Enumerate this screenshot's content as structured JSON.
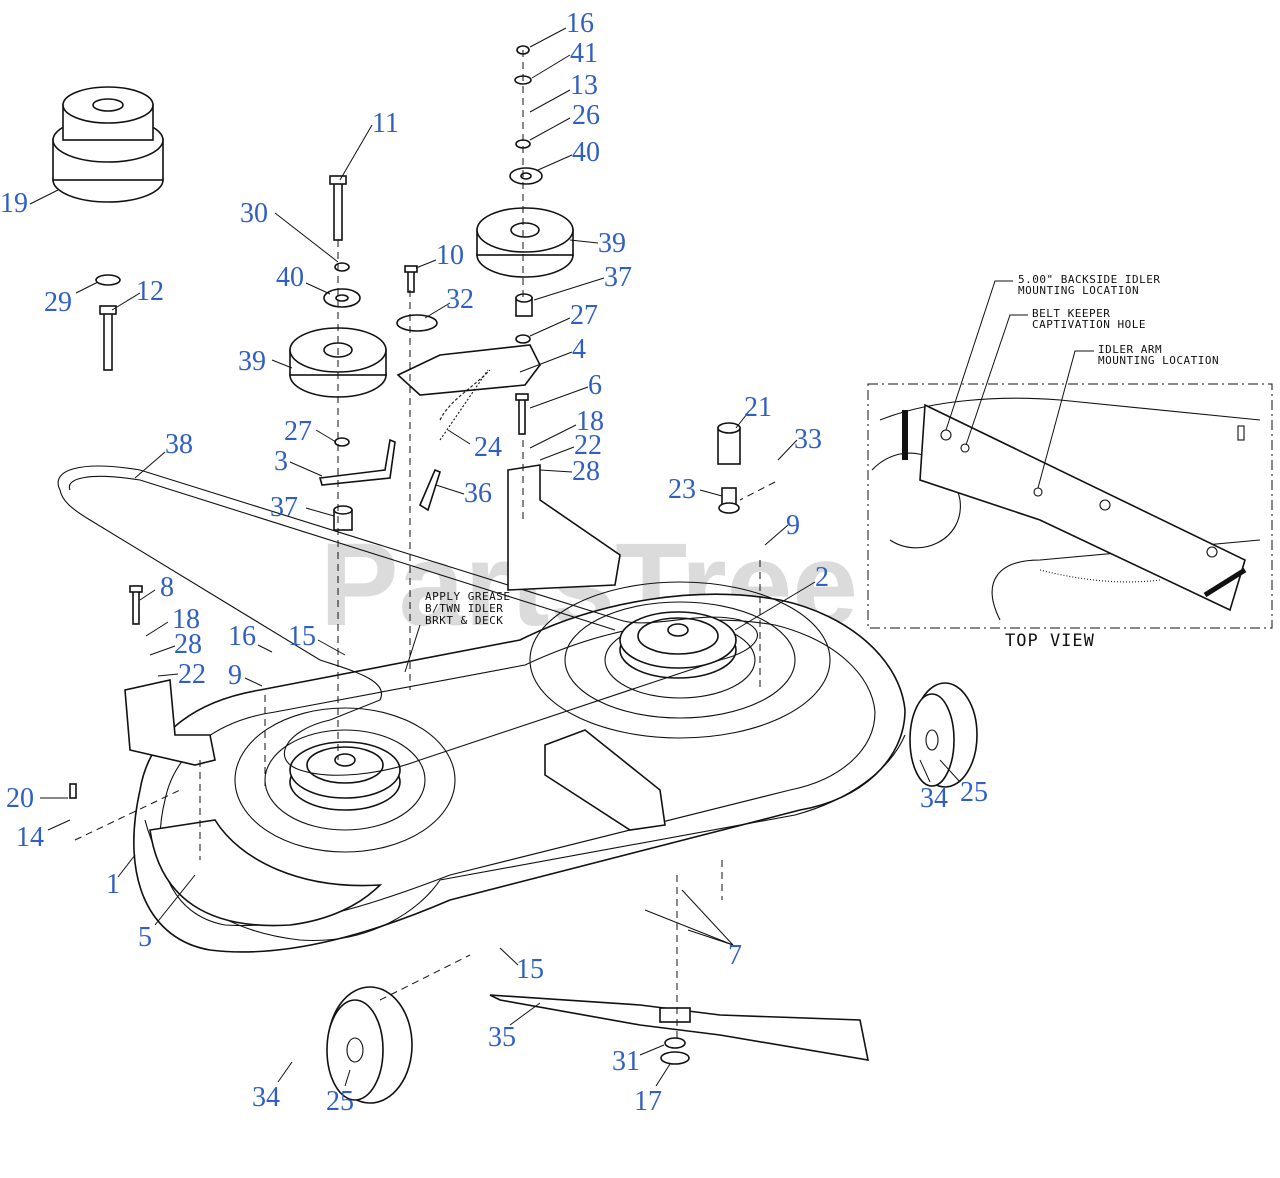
{
  "watermark": {
    "text": "PartsTree",
    "tm": "TM"
  },
  "notes": {
    "grease": [
      "APPLY GREASE",
      "B/TWN IDLER",
      "BRKT & DECK"
    ],
    "backside_idler": [
      "5.00\" BACKSIDE IDLER",
      "MOUNTING LOCATION"
    ],
    "belt_keeper": [
      "BELT KEEPER",
      "CAPTIVATION HOLE"
    ],
    "idler_arm": [
      "IDLER ARM",
      "MOUNTING LOCATION"
    ],
    "top_view": "TOP VIEW"
  },
  "callouts": [
    {
      "id": "c16a",
      "label": "16"
    },
    {
      "id": "c41",
      "label": "41"
    },
    {
      "id": "c13",
      "label": "13"
    },
    {
      "id": "c26",
      "label": "26"
    },
    {
      "id": "c40a",
      "label": "40"
    },
    {
      "id": "c39a",
      "label": "39"
    },
    {
      "id": "c37a",
      "label": "37"
    },
    {
      "id": "c27a",
      "label": "27"
    },
    {
      "id": "c4",
      "label": "4"
    },
    {
      "id": "c6",
      "label": "6"
    },
    {
      "id": "c18a",
      "label": "18"
    },
    {
      "id": "c22a",
      "label": "22"
    },
    {
      "id": "c28a",
      "label": "28"
    },
    {
      "id": "c11",
      "label": "11"
    },
    {
      "id": "c30",
      "label": "30"
    },
    {
      "id": "c10",
      "label": "10"
    },
    {
      "id": "c40b",
      "label": "40"
    },
    {
      "id": "c32",
      "label": "32"
    },
    {
      "id": "c39b",
      "label": "39"
    },
    {
      "id": "c27b",
      "label": "27"
    },
    {
      "id": "c3",
      "label": "3"
    },
    {
      "id": "c24",
      "label": "24"
    },
    {
      "id": "c37b",
      "label": "37"
    },
    {
      "id": "c36",
      "label": "36"
    },
    {
      "id": "c38",
      "label": "38"
    },
    {
      "id": "c19",
      "label": "19"
    },
    {
      "id": "c29",
      "label": "29"
    },
    {
      "id": "c12",
      "label": "12"
    },
    {
      "id": "c21",
      "label": "21"
    },
    {
      "id": "c33",
      "label": "33"
    },
    {
      "id": "c23",
      "label": "23"
    },
    {
      "id": "c9a",
      "label": "9"
    },
    {
      "id": "c2",
      "label": "2"
    },
    {
      "id": "c8",
      "label": "8"
    },
    {
      "id": "c18b",
      "label": "18"
    },
    {
      "id": "c28b",
      "label": "28"
    },
    {
      "id": "c22b",
      "label": "22"
    },
    {
      "id": "c16b",
      "label": "16"
    },
    {
      "id": "c15a",
      "label": "15"
    },
    {
      "id": "c9b",
      "label": "9"
    },
    {
      "id": "c20",
      "label": "20"
    },
    {
      "id": "c14",
      "label": "14"
    },
    {
      "id": "c1",
      "label": "1"
    },
    {
      "id": "c5",
      "label": "5"
    },
    {
      "id": "c34a",
      "label": "34"
    },
    {
      "id": "c25a",
      "label": "25"
    },
    {
      "id": "c7",
      "label": "7"
    },
    {
      "id": "c15b",
      "label": "15"
    },
    {
      "id": "c35",
      "label": "35"
    },
    {
      "id": "c31",
      "label": "31"
    },
    {
      "id": "c17",
      "label": "17"
    },
    {
      "id": "c34b",
      "label": "34"
    },
    {
      "id": "c25b",
      "label": "25"
    }
  ]
}
